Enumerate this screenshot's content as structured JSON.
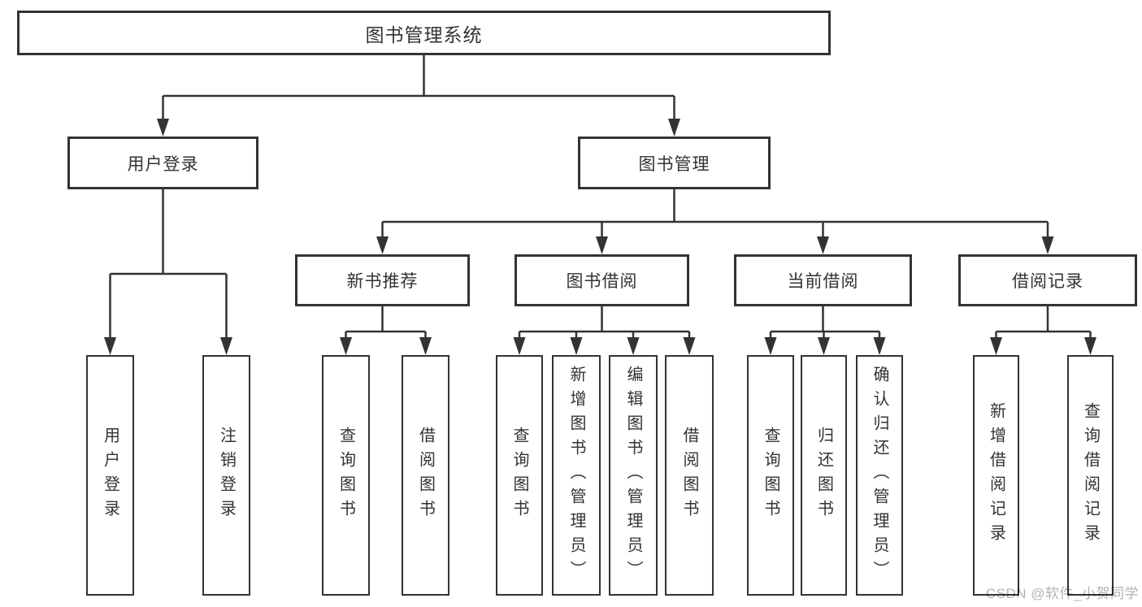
{
  "diagram": {
    "type": "hierarchy-tree",
    "root": {
      "label": "图书管理系统",
      "children": [
        {
          "label": "用户登录",
          "children": [
            {
              "label": "用户登录"
            },
            {
              "label": "注销登录"
            }
          ]
        },
        {
          "label": "图书管理",
          "children": [
            {
              "label": "新书推荐",
              "children": [
                {
                  "label": "查询图书"
                },
                {
                  "label": "借阅图书"
                }
              ]
            },
            {
              "label": "图书借阅",
              "children": [
                {
                  "label": "查询图书"
                },
                {
                  "label": "新增图书（管理员）"
                },
                {
                  "label": "编辑图书（管理员）"
                },
                {
                  "label": "借阅图书"
                }
              ]
            },
            {
              "label": "当前借阅",
              "children": [
                {
                  "label": "查询图书"
                },
                {
                  "label": "归还图书"
                },
                {
                  "label": "确认归还（管理员）"
                }
              ]
            },
            {
              "label": "借阅记录",
              "children": [
                {
                  "label": "新增借阅记录"
                },
                {
                  "label": "查询借阅记录"
                }
              ]
            }
          ]
        }
      ]
    }
  },
  "watermark": {
    "text": "CSDN @软件_小贺同学"
  },
  "colors": {
    "background": "#ffffff",
    "line": "#333333",
    "box_border": "#333333",
    "box_background": "#ffffff",
    "text": "#333333",
    "watermark": "#b3b3b3"
  }
}
